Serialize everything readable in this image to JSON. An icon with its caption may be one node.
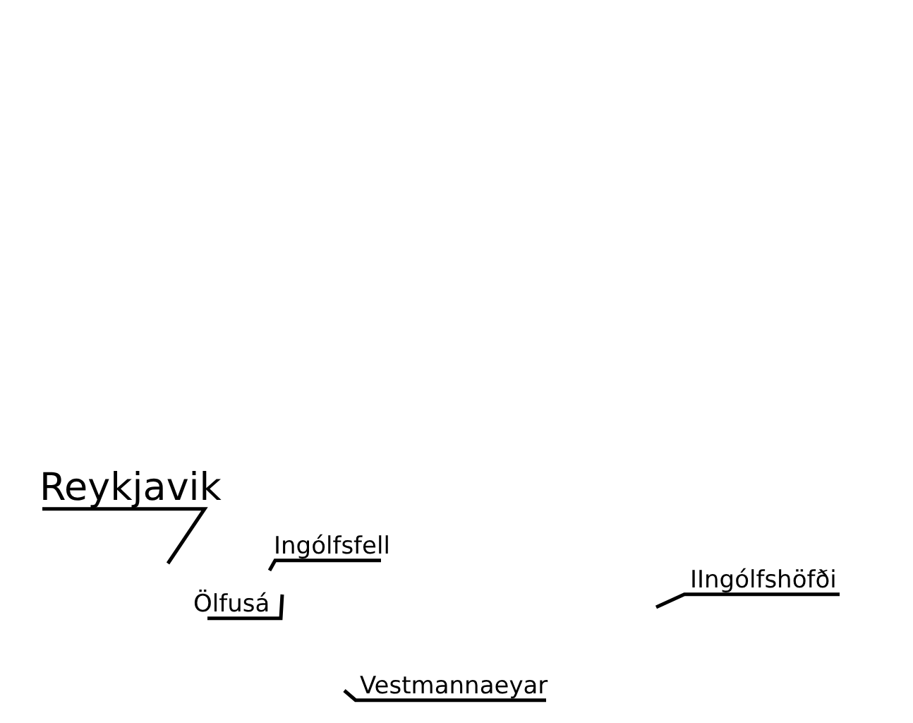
{
  "diagram": {
    "nodes": [
      {
        "text": [
          "Reykjavik"
        ]
      },
      {
        "text": [
          "Ingólfsfell"
        ]
      },
      {
        "text": [
          "Ölfusá"
        ]
      },
      {
        "text": [
          "IIngólfshöfði"
        ]
      },
      {
        "text": [
          "Vestmannaeyar"
        ]
      }
    ],
    "edges": [
      {
        "from": 0,
        "to": null,
        "arrow": "none"
      },
      {
        "from": 1,
        "to": null,
        "arrow": "none"
      },
      {
        "from": 2,
        "to": null,
        "arrow": "none"
      },
      {
        "from": 3,
        "to": null,
        "arrow": "none"
      },
      {
        "from": 4,
        "to": null,
        "arrow": "none"
      }
    ]
  }
}
